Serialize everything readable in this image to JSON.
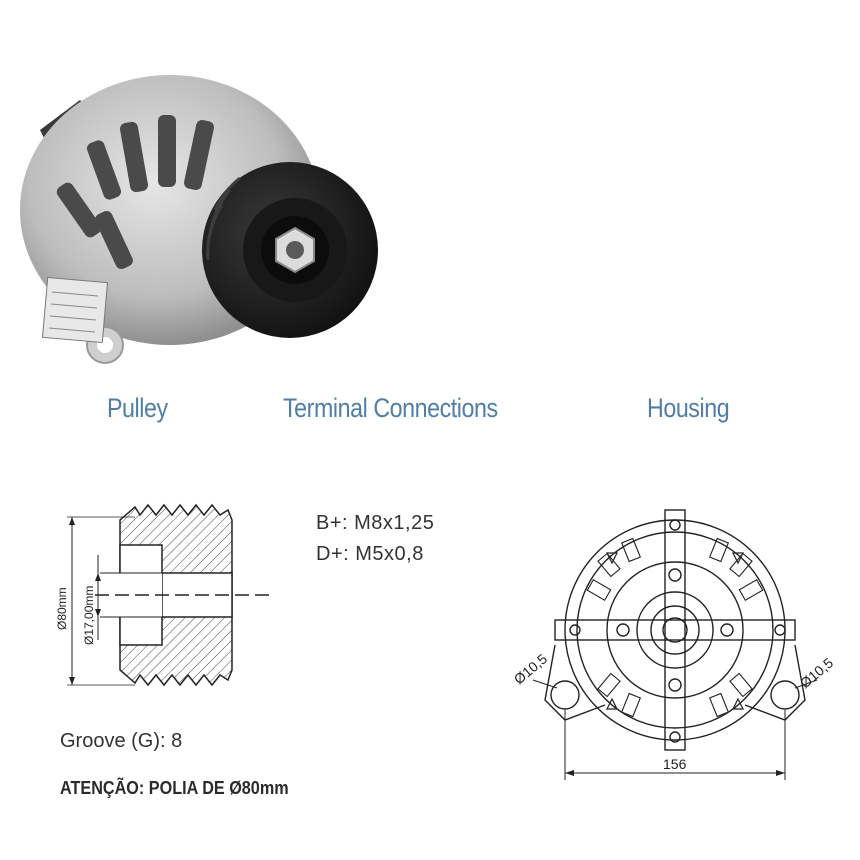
{
  "labels": {
    "pulley": "Pulley",
    "terminal_connections": "Terminal Connections",
    "housing": "Housing"
  },
  "terminals": {
    "b_plus": "B+: M8x1,25",
    "d_plus": "D+: M5x0,8"
  },
  "pulley_drawing": {
    "outer_diameter_label": "Ø80mm",
    "bore_diameter_label": "Ø17,00mm"
  },
  "groove": "Groove (G): 8",
  "warning": "ATENÇÃO: POLIA DE Ø80mm",
  "housing_drawing": {
    "left_hole_label": "Ø10,5",
    "right_hole_label": "Ø10,5",
    "span_label": "156"
  },
  "colors": {
    "label_blue": "#4f7ea6",
    "text_dark": "#333333",
    "alternator_gray": "#c9c9c9",
    "pulley_black": "#1f1f1f"
  }
}
